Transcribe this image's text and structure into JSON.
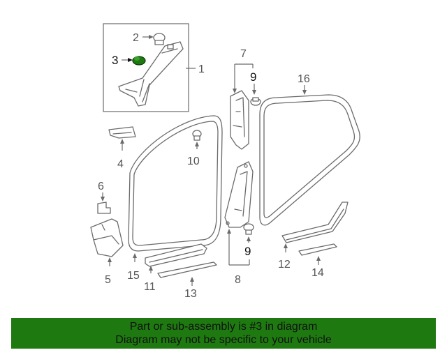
{
  "diagram": {
    "callouts": {
      "c1": "1",
      "c2": "2",
      "c3": "3",
      "c4": "4",
      "c5": "5",
      "c6": "6",
      "c7": "7",
      "c8": "8",
      "c9a": "9",
      "c9b": "9",
      "c10": "10",
      "c11": "11",
      "c12": "12",
      "c13": "13",
      "c14": "14",
      "c15": "15",
      "c16": "16"
    },
    "highlight_color": "#1e7a10"
  },
  "banner": {
    "line1": "Part or sub-assembly is #3 in diagram",
    "line2": "Diagram may not be specific to your vehicle"
  }
}
